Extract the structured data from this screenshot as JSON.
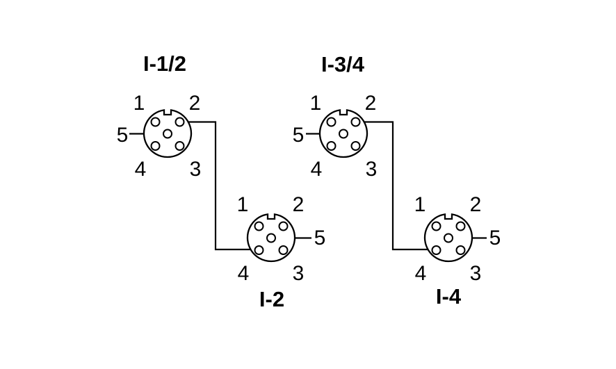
{
  "diagram": {
    "type": "connector-pinout-wiring",
    "colors": {
      "background": "#ffffff",
      "line": "#000000",
      "text": "#000000"
    },
    "connectors": [
      {
        "name": "I-1/2",
        "position": "top-left",
        "pin5_label_side": "left",
        "pins": {
          "pin1": "1",
          "pin2": "2",
          "pin3": "3",
          "pin4": "4",
          "pin5": "5"
        }
      },
      {
        "name": "I-3/4",
        "position": "top-right",
        "pin5_label_side": "left",
        "pins": {
          "pin1": "1",
          "pin2": "2",
          "pin3": "3",
          "pin4": "4",
          "pin5": "5"
        }
      },
      {
        "name": "I-2",
        "position": "bottom-left",
        "pin5_label_side": "right",
        "pins": {
          "pin1": "1",
          "pin2": "2",
          "pin3": "3",
          "pin4": "4",
          "pin5": "5"
        }
      },
      {
        "name": "I-4",
        "position": "bottom-right",
        "pin5_label_side": "right",
        "pins": {
          "pin1": "1",
          "pin2": "2",
          "pin3": "3",
          "pin4": "4",
          "pin5": "5"
        }
      }
    ],
    "wires": [
      {
        "from_connector": "I-1/2",
        "from_pin": "2",
        "to_connector": "I-2",
        "to_pin": "4"
      },
      {
        "from_connector": "I-3/4",
        "from_pin": "2",
        "to_connector": "I-4",
        "to_pin": "4"
      }
    ]
  }
}
